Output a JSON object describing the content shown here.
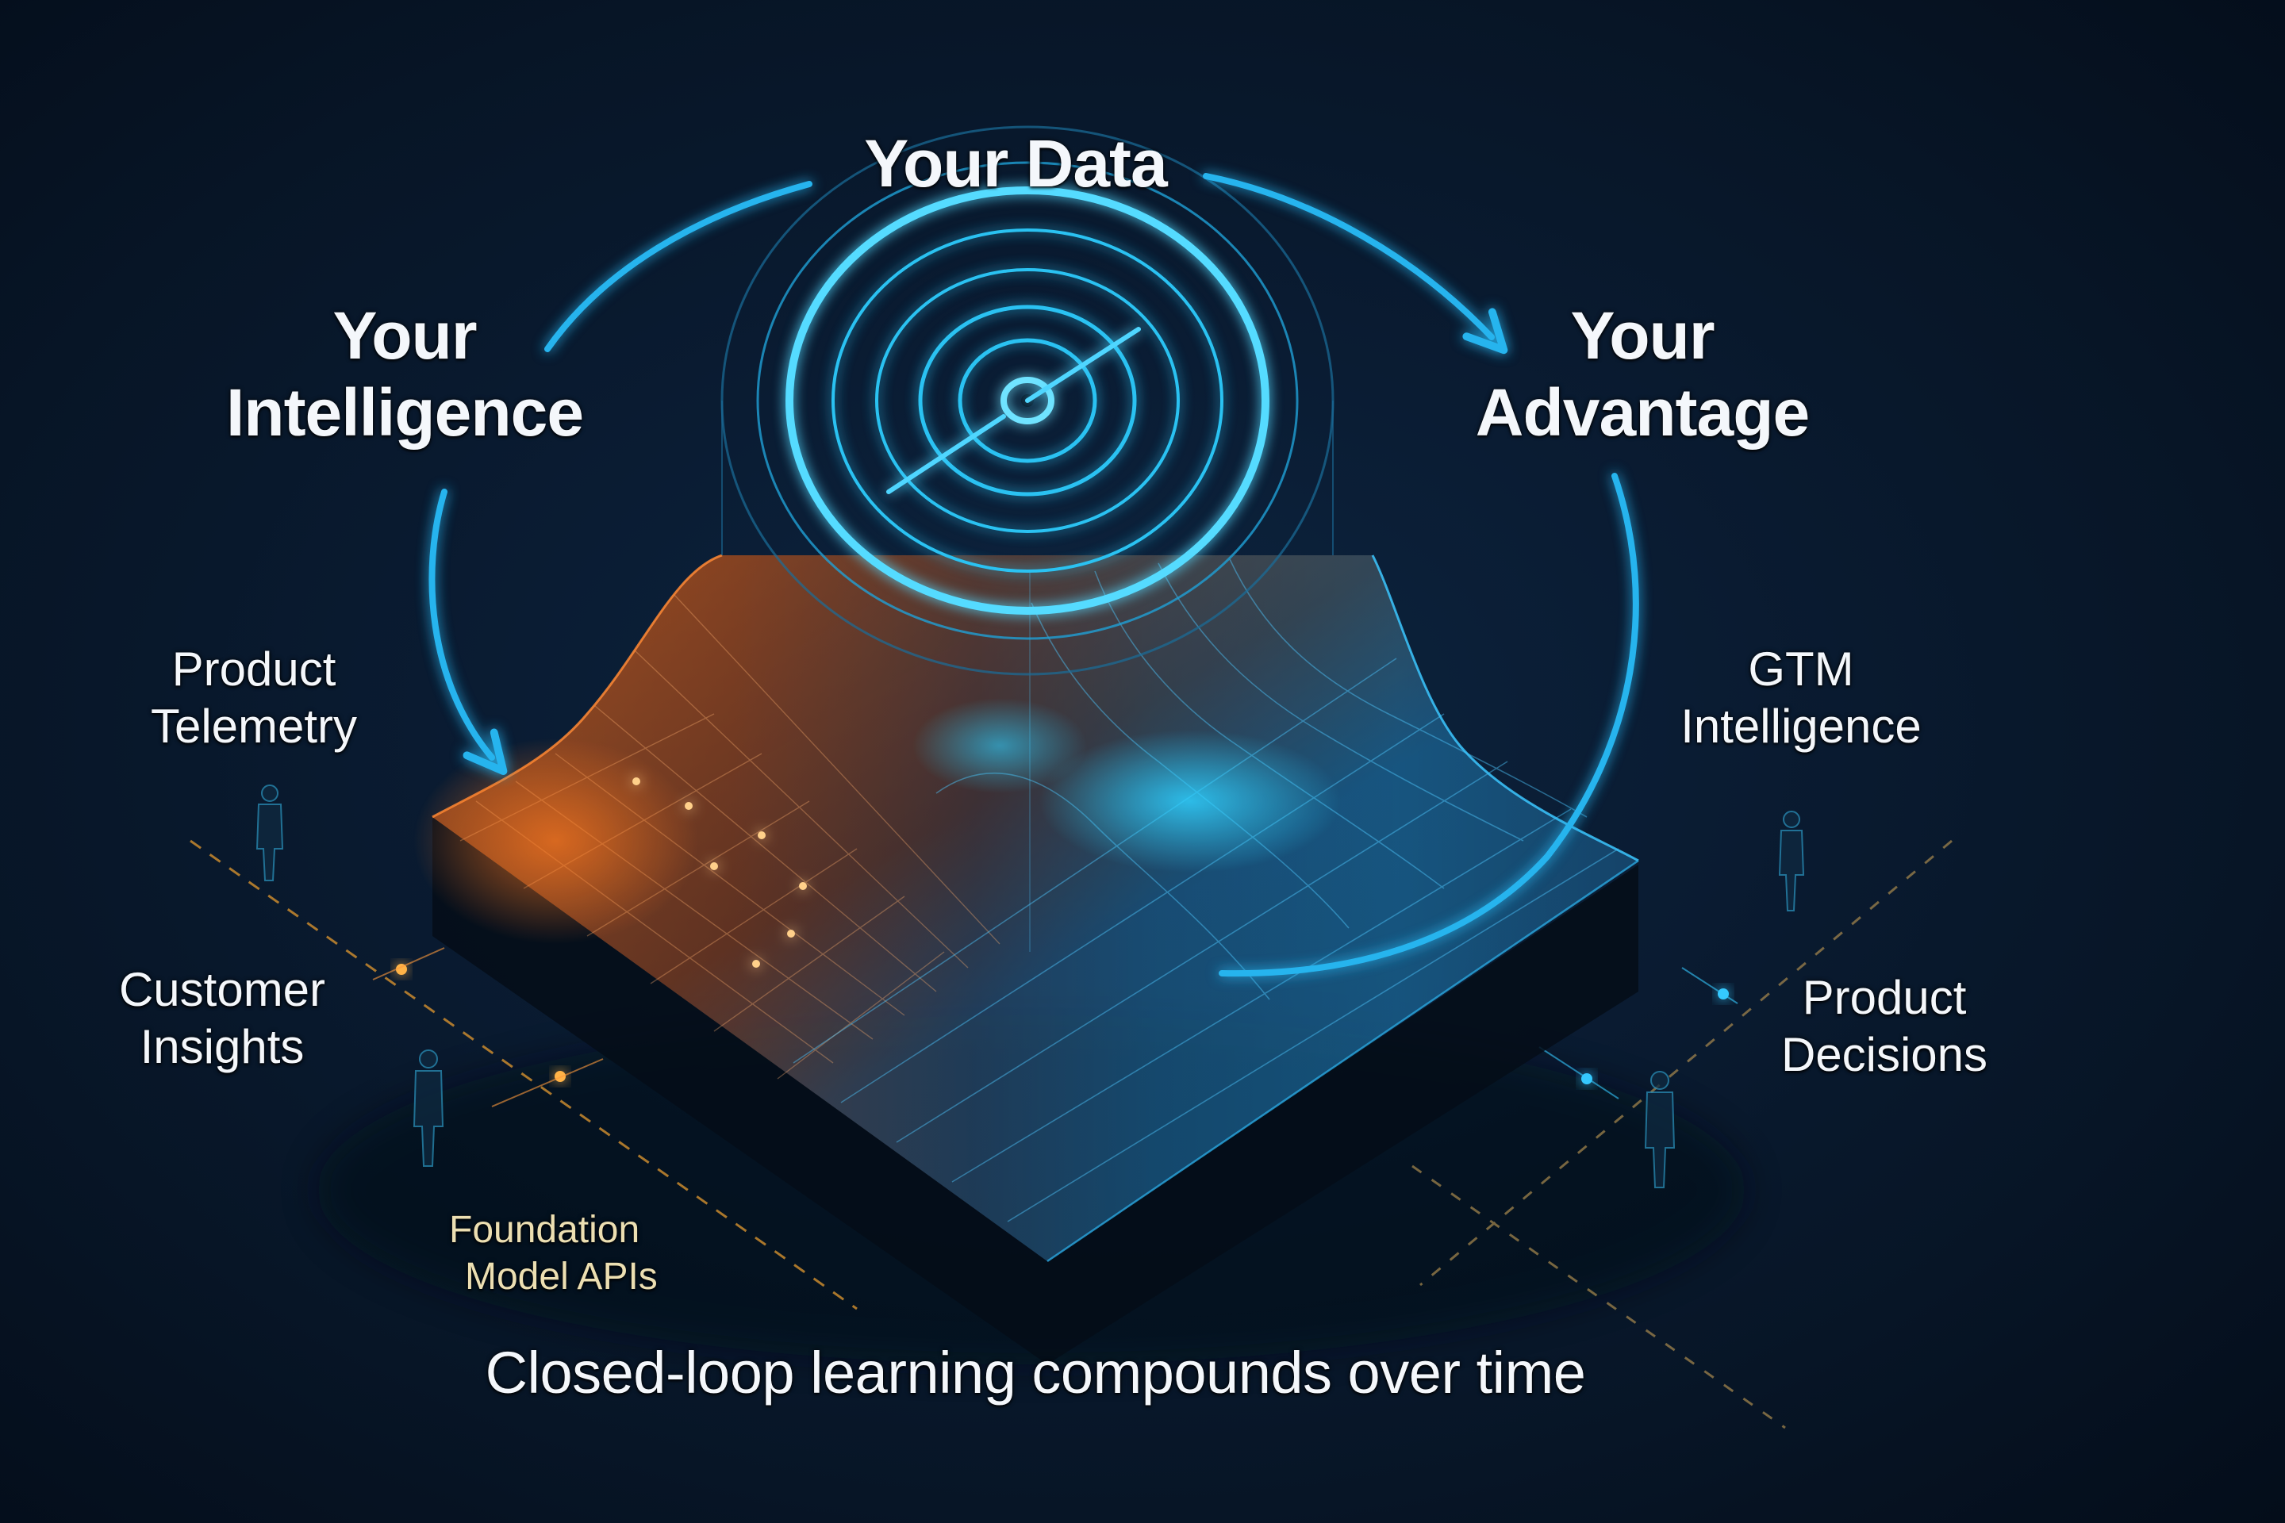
{
  "diagram": {
    "title": "Your Data",
    "nodes": {
      "your_data": {
        "lines": [
          "Your Data"
        ]
      },
      "your_intelligence": {
        "lines": [
          "Your",
          "Intelligence"
        ]
      },
      "your_advantage": {
        "lines": [
          "Your",
          "Advantage"
        ]
      }
    },
    "inputs_left": [
      {
        "id": "product_telemetry",
        "lines": [
          "Product",
          "Telemetry"
        ]
      },
      {
        "id": "customer_insights",
        "lines": [
          "Customer",
          "Insights"
        ]
      },
      {
        "id": "foundation_model_apis",
        "lines": [
          "Foundation",
          "Model APIs"
        ]
      }
    ],
    "outputs_right": [
      {
        "id": "gtm_intelligence",
        "lines": [
          "GTM",
          "Intelligence"
        ]
      },
      {
        "id": "product_decisions",
        "lines": [
          "Product",
          "Decisions"
        ]
      }
    ],
    "caption": "Closed-loop learning compounds over time",
    "loop_flow": [
      "Your Data",
      "Your Advantage",
      "Your Intelligence",
      "Your Data"
    ],
    "icons": [
      "concentric-rings-icon",
      "loop-arrow-icon",
      "grid-surface-icon",
      "person-silhouette-icon",
      "node-dot-icon"
    ]
  },
  "colors": {
    "background": "#071526",
    "accent_blue": "#1fb8f0",
    "accent_orange": "#f07a1e",
    "text": "#f4f7fb",
    "muted_label": "#ecdfb2",
    "dashed_line": "#c8892e"
  }
}
